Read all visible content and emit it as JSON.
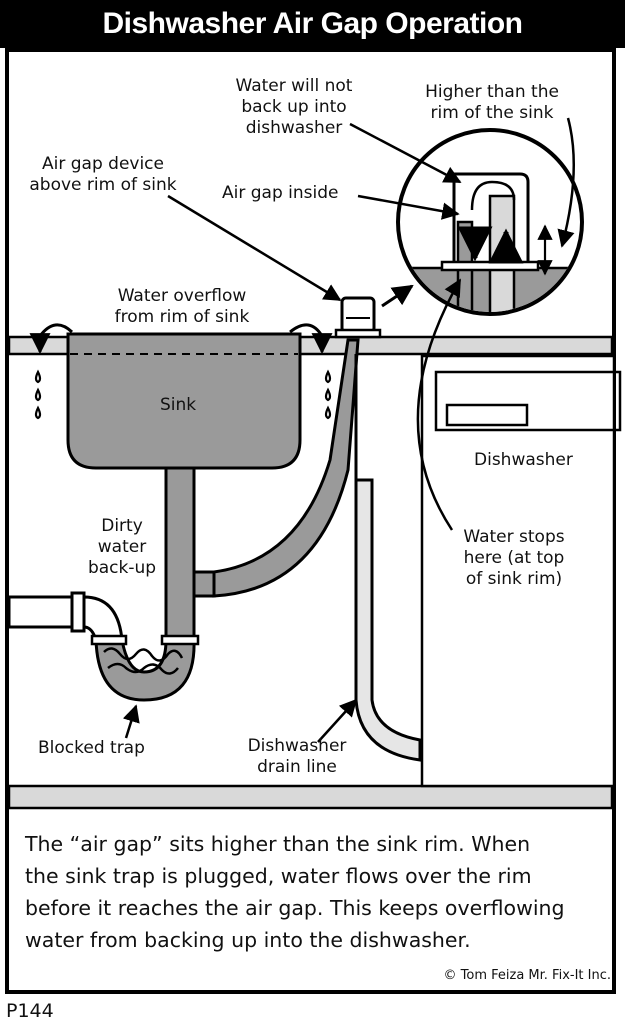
{
  "title": "Dishwasher Air Gap Operation",
  "labels": {
    "water_will_not": "Water will not",
    "back_up_into": "back up into",
    "dishwasher_line": "dishwasher",
    "higher_than": "Higher than the",
    "rim_of_sink": "rim of the sink",
    "air_gap_device": "Air gap device",
    "above_rim": "above rim of sink",
    "air_gap_inside": "Air gap inside",
    "water_overflow": "Water overflow",
    "from_rim": "from rim of sink",
    "sink": "Sink",
    "dishwasher": "Dishwasher",
    "dirty": "Dirty",
    "water": "water",
    "back_up": "back-up",
    "water_stops": "Water stops",
    "here_at_top": "here (at top",
    "of_sink_rim": "of sink rim)",
    "blocked_trap": "Blocked trap",
    "dishwasher_drain": "Dishwasher",
    "drain_line": "drain line"
  },
  "caption": [
    "The “air gap” sits higher than the sink rim. When",
    "the sink trap is plugged, water flows over the rim",
    "before it reaches the air gap. This keeps overflowing",
    "water from backing up into the dishwasher."
  ],
  "credit": "© Tom Feiza Mr. Fix-It Inc.",
  "code": "P144"
}
